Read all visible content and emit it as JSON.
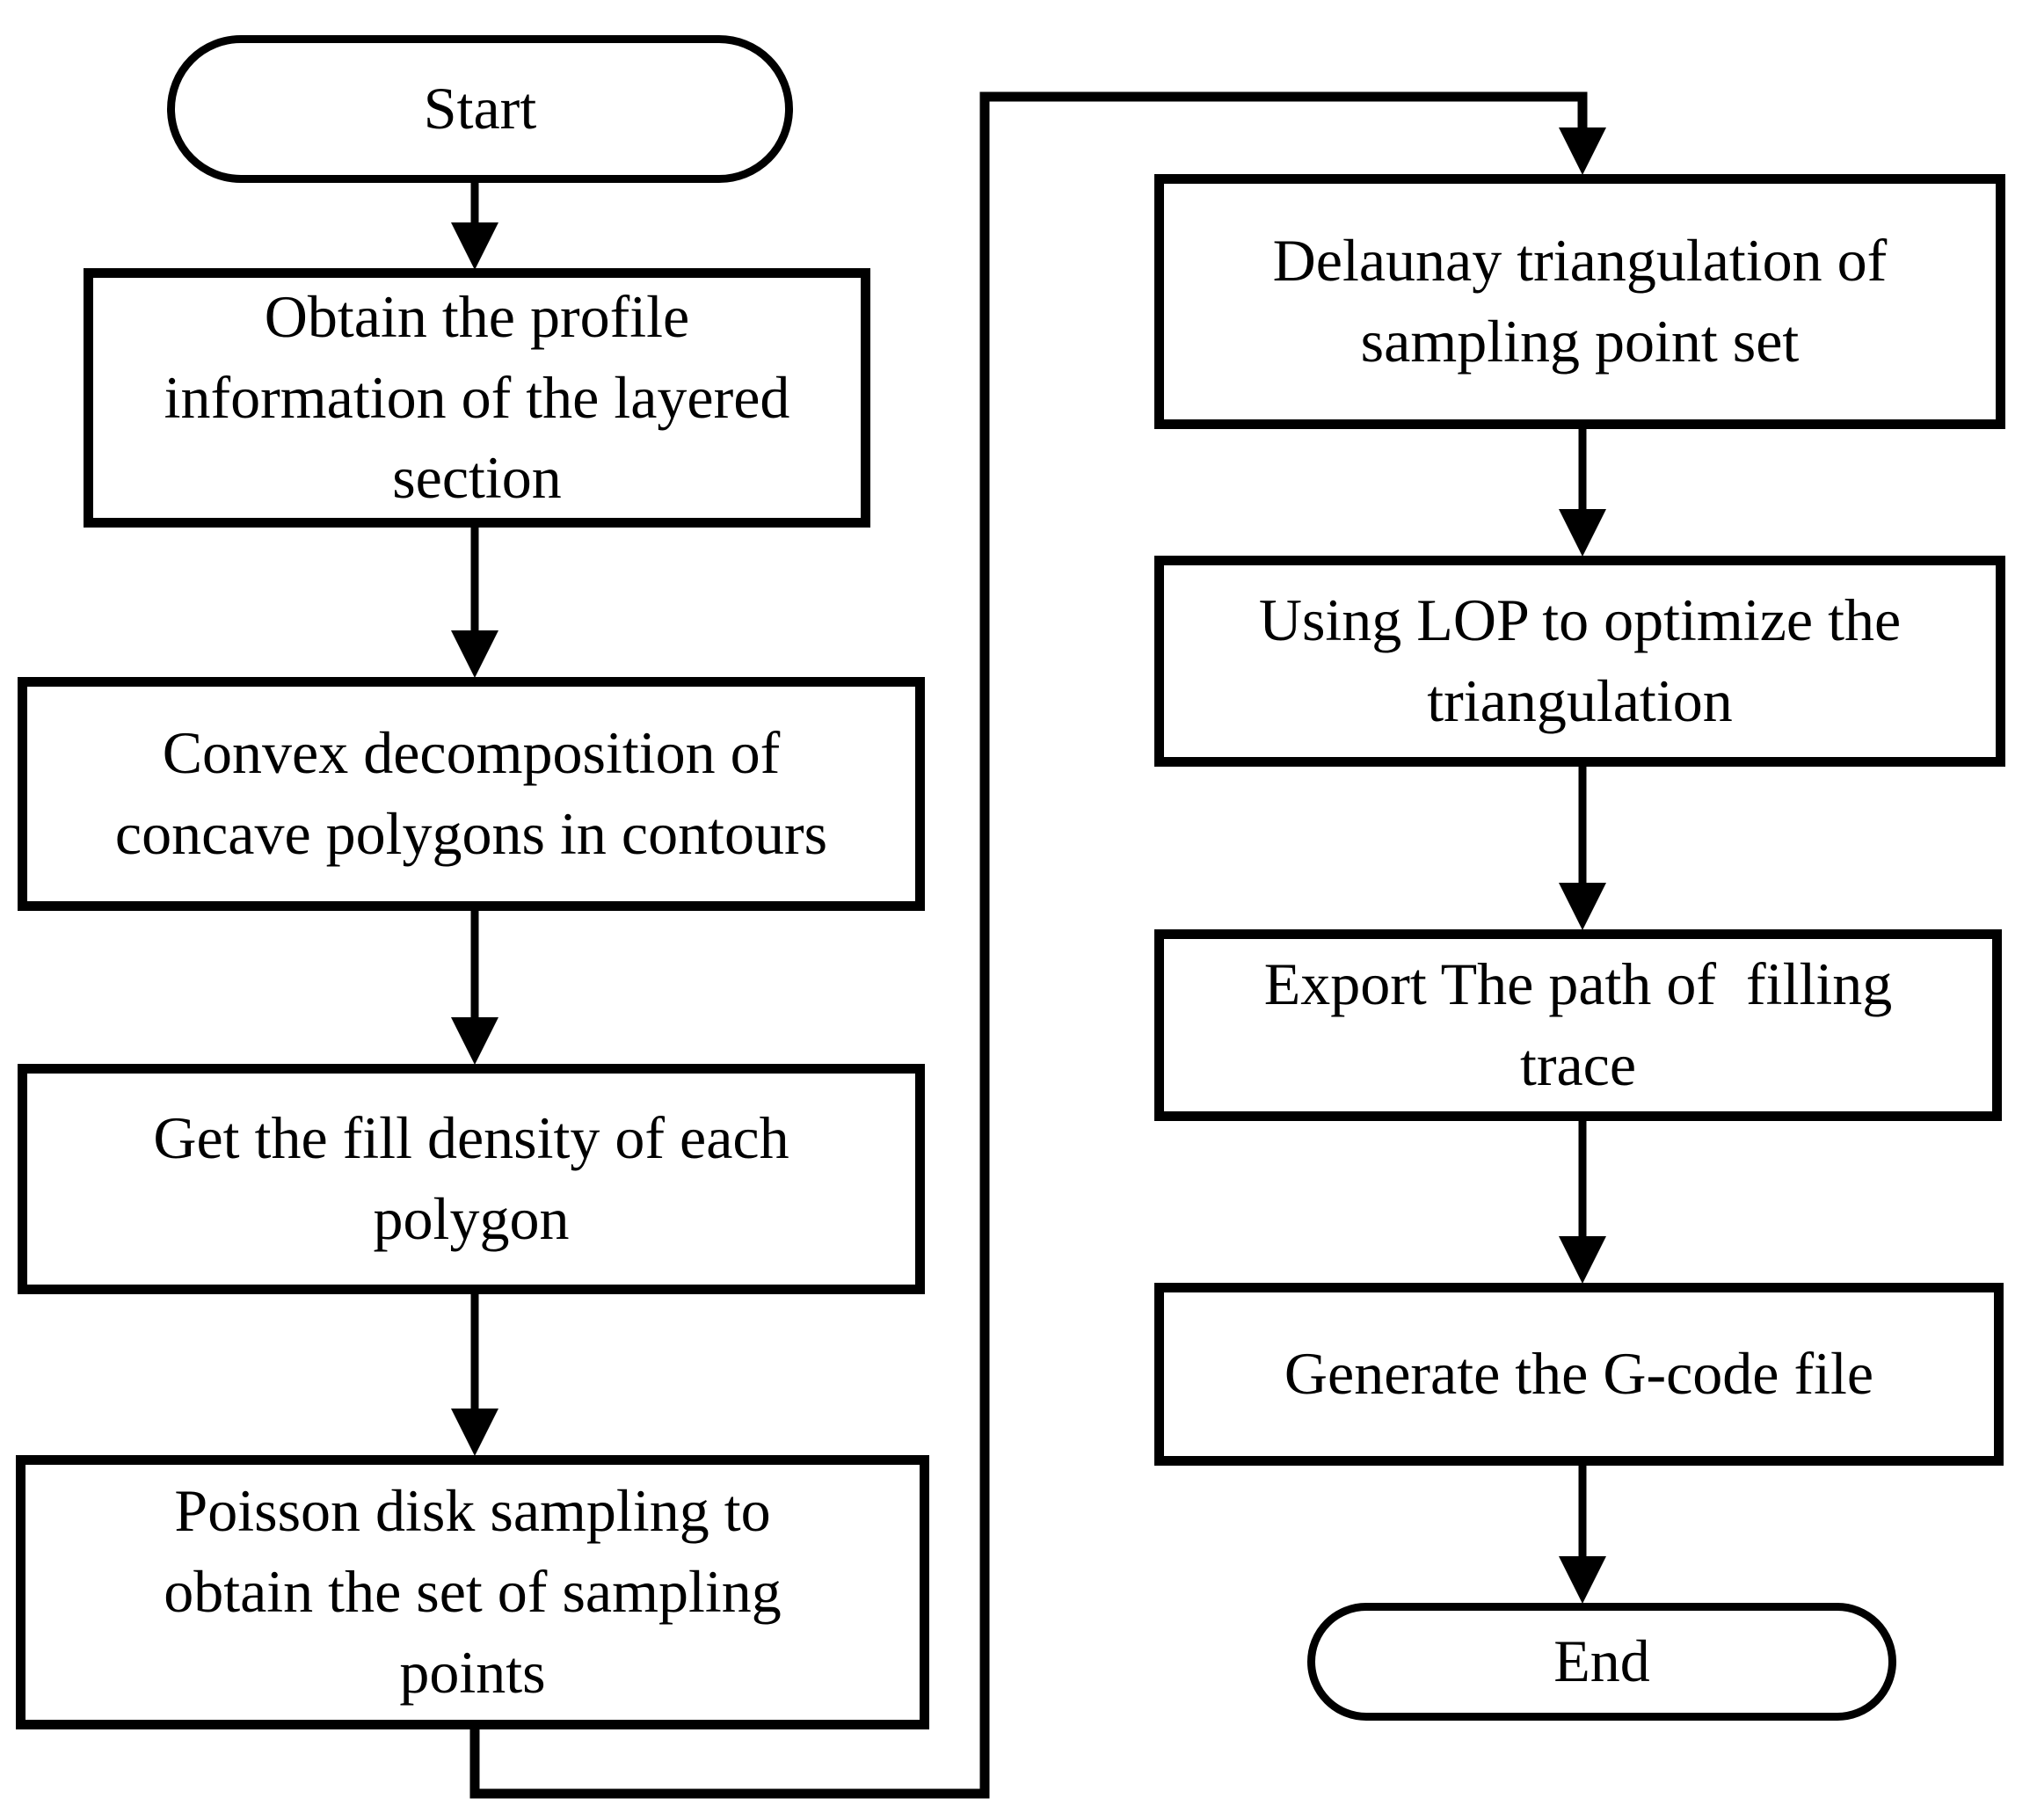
{
  "diagram": {
    "type": "flowchart",
    "background_color": "#ffffff",
    "stroke_color": "#000000",
    "text_color": "#000000",
    "nodes": {
      "start": {
        "label": "Start",
        "shape": "terminator"
      },
      "obtain": {
        "label": "Obtain the profile information of the layered section",
        "shape": "process"
      },
      "convex": {
        "label": "Convex decomposition of concave polygons in contours",
        "shape": "process"
      },
      "density": {
        "label": "Get the fill density of each polygon",
        "shape": "process"
      },
      "poisson": {
        "label": "Poisson disk sampling to obtain the set of sampling points",
        "shape": "process"
      },
      "delaunay": {
        "label": "Delaunay triangulation of sampling point set",
        "shape": "process"
      },
      "lop": {
        "label": "Using LOP to optimize the triangulation",
        "shape": "process"
      },
      "export": {
        "label": "Export The path of  filling trace",
        "shape": "process"
      },
      "generate": {
        "label": "Generate the G-code file",
        "shape": "process"
      },
      "end": {
        "label": "End",
        "shape": "terminator"
      }
    },
    "edges": [
      {
        "from": "start",
        "to": "obtain"
      },
      {
        "from": "obtain",
        "to": "convex"
      },
      {
        "from": "convex",
        "to": "density"
      },
      {
        "from": "density",
        "to": "poisson"
      },
      {
        "from": "poisson",
        "to": "delaunay",
        "route": "down-right-up-right"
      },
      {
        "from": "delaunay",
        "to": "lop"
      },
      {
        "from": "lop",
        "to": "export"
      },
      {
        "from": "export",
        "to": "generate"
      },
      {
        "from": "generate",
        "to": "end"
      }
    ]
  }
}
